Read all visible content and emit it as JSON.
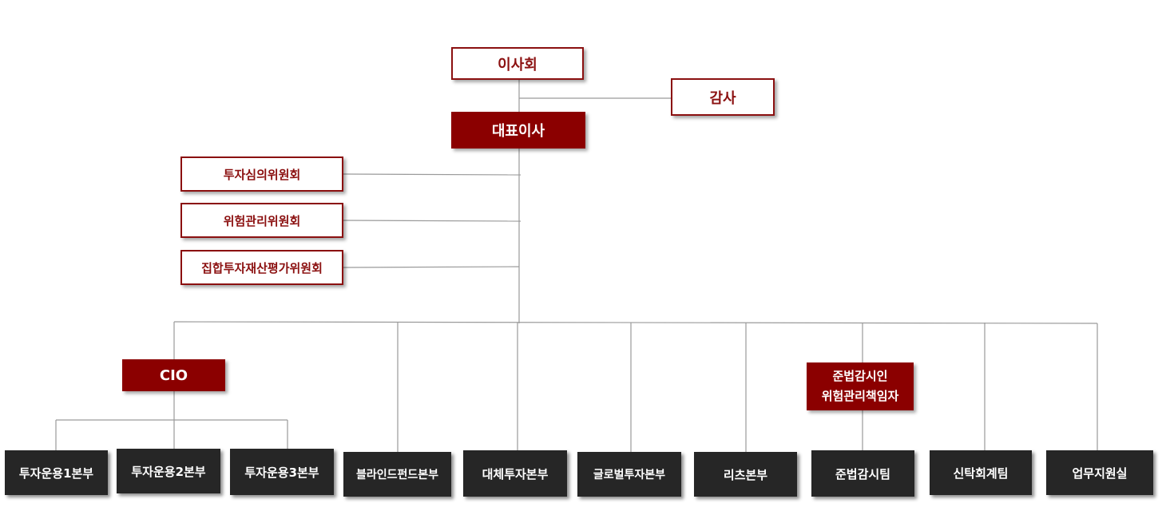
{
  "top": {
    "board": "이사회",
    "auditor": "감사",
    "ceo": "대표이사"
  },
  "committees": [
    {
      "label": "투자심의위원회"
    },
    {
      "label": "위험관리위원회"
    },
    {
      "label": "집합투자재산평가위원회"
    }
  ],
  "officers": {
    "cio": "CIO",
    "compliance_line1": "준법감시인",
    "compliance_line2": "위험관리책임자"
  },
  "divisions": [
    {
      "label": "투자운용1본부"
    },
    {
      "label": "투자운용2본부"
    },
    {
      "label": "투자운용3본부"
    },
    {
      "label": "블라인드펀드본부"
    },
    {
      "label": "대체투자본부"
    },
    {
      "label": "글로벌투자본부"
    },
    {
      "label": "리츠본부"
    },
    {
      "label": "준법감시팀"
    },
    {
      "label": "신탁회계팀"
    },
    {
      "label": "업무지원실"
    }
  ],
  "colors": {
    "brand_red": "#8b0000",
    "outline_red": "#8b1010",
    "division_dark": "#262626",
    "connector": "#9a9a9a"
  }
}
